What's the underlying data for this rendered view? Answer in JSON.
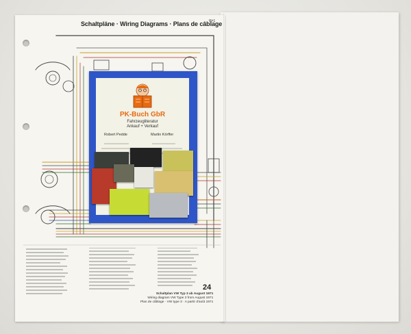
{
  "diagram": {
    "title": "Schaltpläne · Wiring Diagrams · Plans de câblage",
    "corner_label": "W•1",
    "page_number": "24",
    "caption_lines": [
      "Schaltplan VW Typ 3 ab August 1971",
      "Wiring diagram VW Type 3 from August 1971",
      "Plan de câblage · VW type 3 · A partir d'août 1971"
    ]
  },
  "card": {
    "brand": "PK-Buch GbR",
    "tagline_1": "Fahrzeugliteratur",
    "tagline_2": "Ankauf + Verkauf",
    "person_1": "Robert Pedde",
    "person_2": "Martin Körffer"
  },
  "colors": {
    "card_blue": "#2f56c8",
    "brand_orange": "#e86a10",
    "paper": "#f6f5f0"
  }
}
